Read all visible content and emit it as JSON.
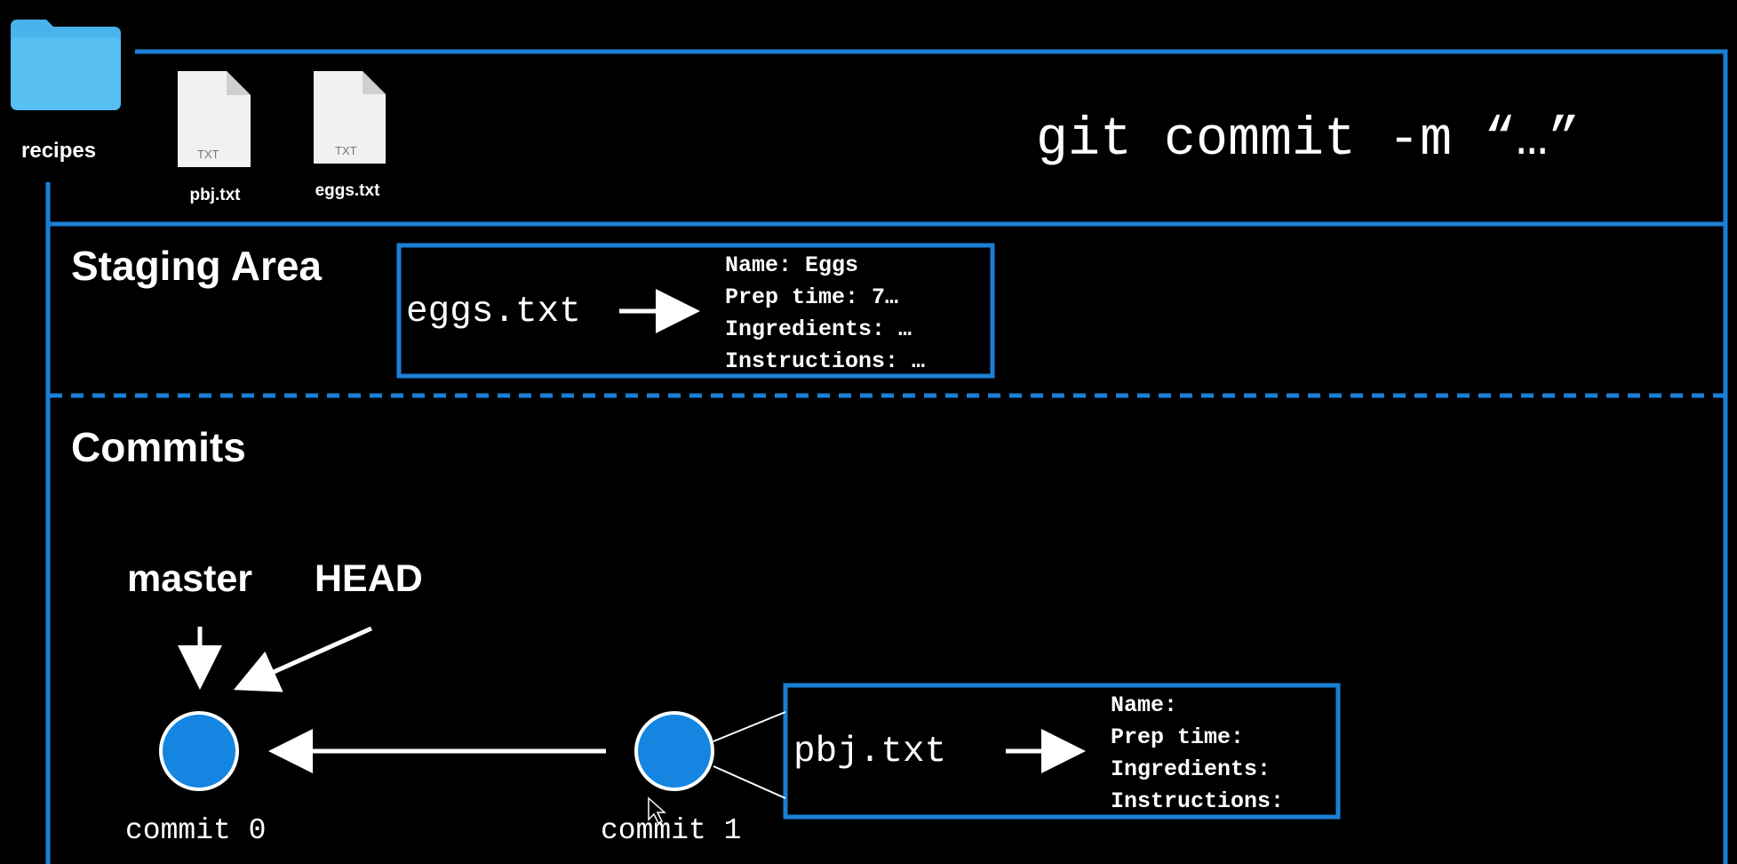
{
  "colors": {
    "background": "#000000",
    "frame": "#1a7fd6",
    "node_fill": "#1485e0",
    "node_stroke": "#ffffff",
    "folder": "#4ab3ec",
    "file": "#f1f1f1",
    "text": "#ffffff"
  },
  "folder": {
    "icon": "folder-icon",
    "label": "recipes"
  },
  "files": [
    {
      "icon": "txt-file-icon",
      "badge": "TXT",
      "label": "pbj.txt"
    },
    {
      "icon": "txt-file-icon",
      "badge": "TXT",
      "label": "eggs.txt"
    }
  ],
  "command": "git commit -m “…”",
  "staging": {
    "title": "Staging Area",
    "filename": "eggs.txt",
    "fields": [
      "Name: Eggs",
      "Prep time: 7…",
      "Ingredients: …",
      "Instructions: …"
    ]
  },
  "commits": {
    "title": "Commits",
    "branch_label": "master",
    "head_label": "HEAD",
    "nodes": [
      {
        "label": "commit 0"
      },
      {
        "label": "commit 1"
      }
    ],
    "snapshot": {
      "filename": "pbj.txt",
      "fields": [
        "Name:",
        "Prep time:",
        "Ingredients:",
        "Instructions:"
      ]
    }
  }
}
